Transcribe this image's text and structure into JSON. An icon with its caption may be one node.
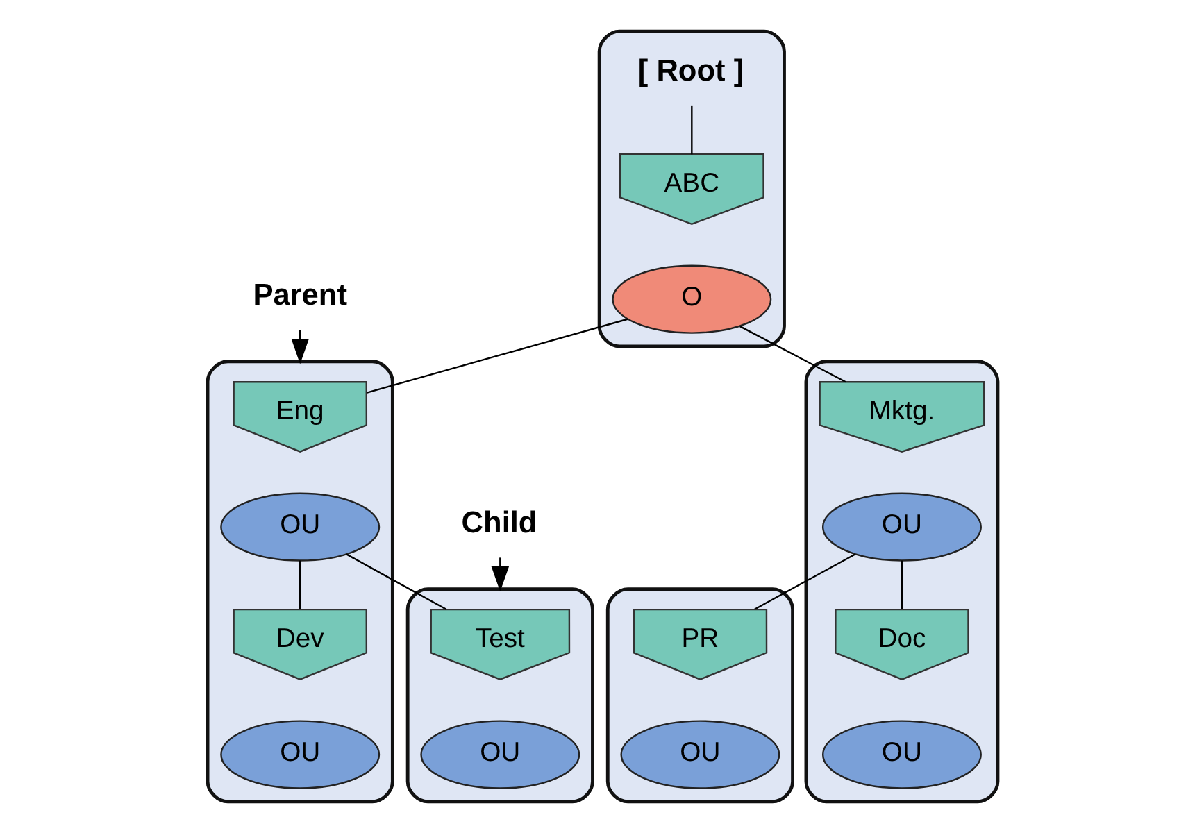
{
  "diagram": {
    "nodes": [
      {
        "text": [],
        "shape": "ellipse"
      },
      {
        "text": [
          "[ Root ]"
        ],
        "in": 0
      },
      {
        "text": [
          "ABC"
        ],
        "in": 0
      },
      {
        "text": [
          "O"
        ],
        "in": 0
      },
      {
        "text": [
          "Parent"
        ]
      },
      {
        "text": [
          "Child"
        ]
      },
      {
        "text": [],
        "shape": "ellipse"
      },
      {
        "text": [
          "Eng"
        ],
        "in": 6
      },
      {
        "text": [
          "OU"
        ],
        "in": 6
      },
      {
        "text": [
          "Dev"
        ],
        "in": 6
      },
      {
        "text": [
          "OU"
        ],
        "in": 6
      },
      {
        "text": [],
        "shape": "ellipse"
      },
      {
        "text": [
          "Test"
        ],
        "in": 11
      },
      {
        "text": [
          "OU"
        ],
        "in": 11
      },
      {
        "text": [],
        "shape": "ellipse"
      },
      {
        "text": [
          "PR"
        ],
        "in": 14
      },
      {
        "text": [
          "OU"
        ],
        "in": 14
      },
      {
        "text": [],
        "shape": "ellipse"
      },
      {
        "text": [
          "Mktg."
        ],
        "in": 17
      },
      {
        "text": [
          "OU"
        ],
        "in": 17
      },
      {
        "text": [
          "Doc"
        ],
        "in": 17
      },
      {
        "text": [
          "OU"
        ],
        "in": 17
      }
    ],
    "edges": [
      {
        "from": 1,
        "to": 2,
        "arrow": "none"
      },
      {
        "from": 3,
        "to": 7,
        "arrow": "none"
      },
      {
        "from": 3,
        "to": 18,
        "arrow": "none"
      },
      {
        "from": 8,
        "to": 9,
        "arrow": "none"
      },
      {
        "from": 8,
        "to": 12,
        "arrow": "none"
      },
      {
        "from": 19,
        "to": 15,
        "arrow": "none"
      },
      {
        "from": 19,
        "to": 20,
        "arrow": "none"
      },
      {
        "from": 4,
        "to": 6,
        "arrow": "to"
      },
      {
        "from": 5,
        "to": 11,
        "arrow": "to"
      }
    ]
  }
}
